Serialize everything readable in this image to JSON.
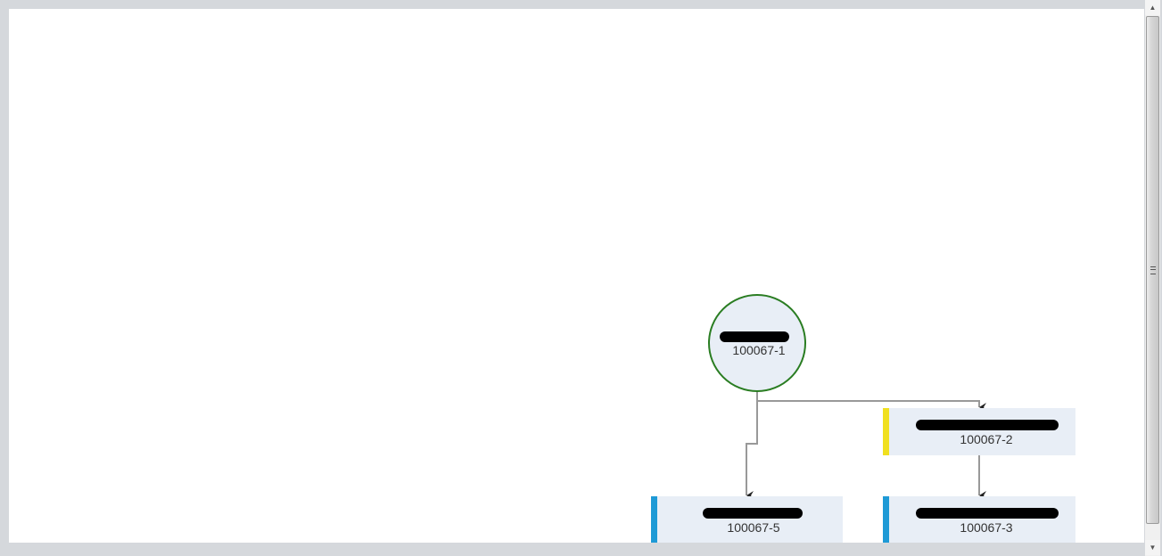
{
  "diagram": {
    "nodes": [
      {
        "id": "100067-1",
        "shape": "circle",
        "label_redacted": true,
        "border_color": "#2a7d22"
      },
      {
        "id": "100067-2",
        "shape": "box",
        "label_redacted": true,
        "accent_color": "#f0e020"
      },
      {
        "id": "100067-5",
        "shape": "box",
        "label_redacted": true,
        "accent_color": "#1e9ad6"
      },
      {
        "id": "100067-3",
        "shape": "box",
        "label_redacted": true,
        "accent_color": "#1e9ad6"
      }
    ],
    "edges": [
      {
        "from": "100067-1",
        "to": "100067-2"
      },
      {
        "from": "100067-1",
        "to": "100067-5"
      },
      {
        "from": "100067-2",
        "to": "100067-3"
      }
    ],
    "node_fill": "#e8eef6"
  },
  "scrollbar": {
    "up_icon": "triangle-up",
    "down_icon": "triangle-down"
  }
}
